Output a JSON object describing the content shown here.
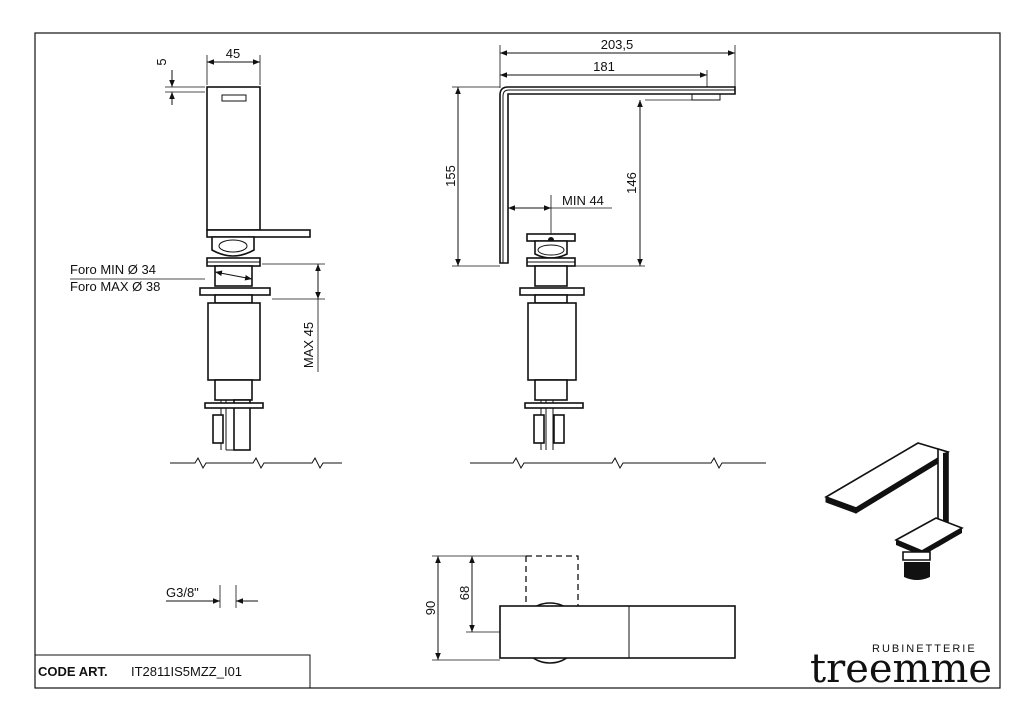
{
  "dimensions": {
    "top_height": "5",
    "side_width": "45",
    "overall_length": "203,5",
    "spout_length": "181",
    "total_height": "155",
    "spout_height": "146",
    "min_projection": "MIN  44",
    "hole_min": "Foro MIN Ø 34",
    "hole_max": "Foro MAX Ø 38",
    "max_thickness": "MAX 45",
    "thread": "G3/8\"",
    "plan_depth": "90",
    "plan_inner": "68"
  },
  "title_block": {
    "code_label": "CODE ART.",
    "code_value": "IT2811IS5MZZ_I01"
  },
  "brand": {
    "sub": "RUBINETTERIE",
    "name": "treemme"
  }
}
